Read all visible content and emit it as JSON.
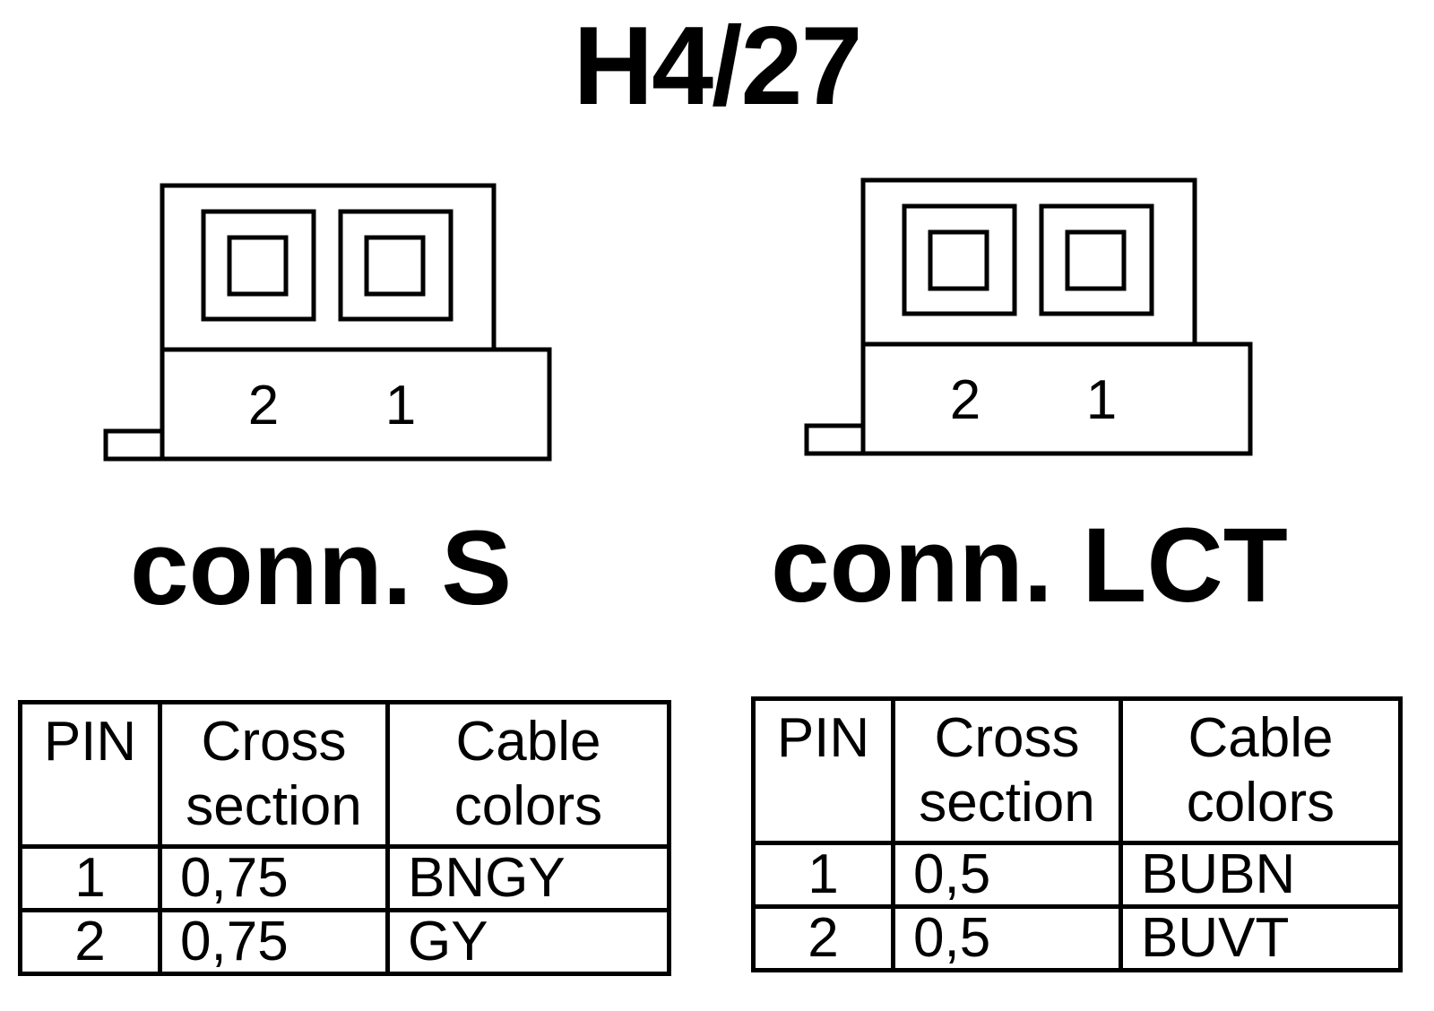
{
  "title": "H4/27",
  "connectors": [
    {
      "label": "conn. S",
      "pin_labels": [
        "2",
        "1"
      ]
    },
    {
      "label": "conn. LCT",
      "pin_labels": [
        "2",
        "1"
      ]
    }
  ],
  "tables": [
    {
      "headers": {
        "pin": "PIN",
        "cross_1": "Cross",
        "cross_2": "section",
        "color_1": "Cable",
        "color_2": "colors"
      },
      "rows": [
        {
          "pin": "1",
          "cross": "0,75",
          "color": "BNGY"
        },
        {
          "pin": "2",
          "cross": "0,75",
          "color": "GY"
        }
      ]
    },
    {
      "headers": {
        "pin": "PIN",
        "cross_1": "Cross",
        "cross_2": "section",
        "color_1": "Cable",
        "color_2": "colors"
      },
      "rows": [
        {
          "pin": "1",
          "cross": "0,5",
          "color": "BUBN"
        },
        {
          "pin": "2",
          "cross": "0,5",
          "color": "BUVT"
        }
      ]
    }
  ]
}
